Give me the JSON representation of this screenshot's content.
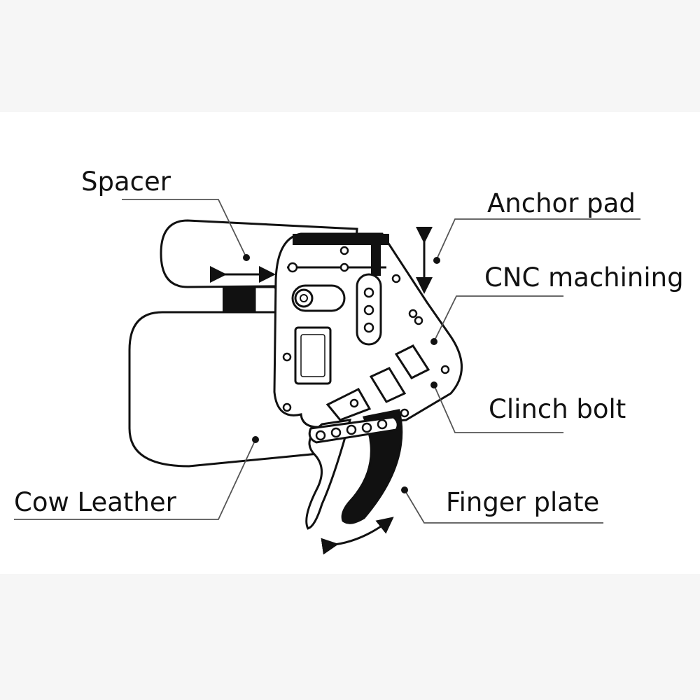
{
  "labels": {
    "spacer": "Spacer",
    "anchor_pad": "Anchor pad",
    "cnc_machining": "CNC machining",
    "clinch_bolt": "Clinch bolt",
    "finger_plate": "Finger plate",
    "cow_leather": "Cow Leather"
  },
  "colors": {
    "background": "#f6f6f6",
    "band": "#ffffff",
    "line": "#111111",
    "leader": "#555555",
    "fill": "#ffffff",
    "accent_fill": "#111111"
  }
}
